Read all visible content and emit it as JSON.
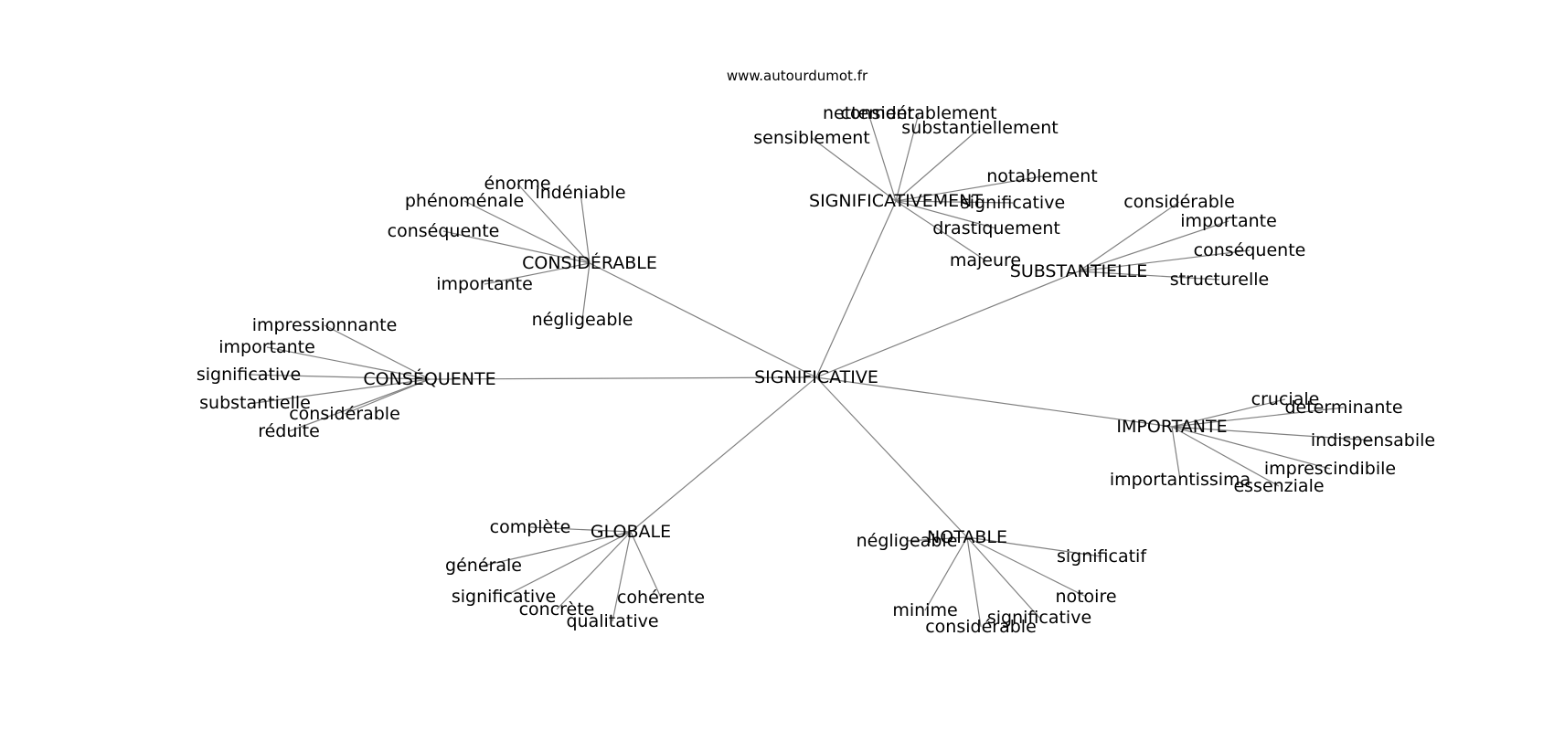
{
  "source": "www.autourdumot.fr",
  "center": {
    "id": "significative",
    "label": "SIGNIFICATIVE"
  },
  "hubs": [
    {
      "id": "significativement",
      "label": "SIGNIFICATIVEMENT",
      "leaves": [
        "nettement",
        "considérablement",
        "substantiellement",
        "sensiblement",
        "notablement",
        "significative",
        "drastiquement",
        "majeure"
      ]
    },
    {
      "id": "considerable",
      "label": "CONSIDÉRABLE",
      "leaves": [
        "énorme",
        "indéniable",
        "phénoménale",
        "conséquente",
        "importante",
        "négligeable"
      ]
    },
    {
      "id": "substantielle",
      "label": "SUBSTANTIELLE",
      "leaves": [
        "considérable",
        "importante",
        "conséquente",
        "structurelle"
      ]
    },
    {
      "id": "consequente",
      "label": "CONSÉQUENTE",
      "leaves": [
        "impressionnante",
        "importante",
        "significative",
        "substantielle",
        "considérable",
        "réduite"
      ]
    },
    {
      "id": "importante",
      "label": "IMPORTANTE",
      "leaves": [
        "cruciale",
        "determinante",
        "indispensabile",
        "imprescindibile",
        "importantissima",
        "essenziale"
      ]
    },
    {
      "id": "globale",
      "label": "GLOBALE",
      "leaves": [
        "complète",
        "générale",
        "significative",
        "concrète",
        "cohérente",
        "qualitative"
      ]
    },
    {
      "id": "notable",
      "label": "NOTABLE",
      "leaves": [
        "négligeable",
        "significatif",
        "notoire",
        "minime",
        "significative",
        "considérable"
      ]
    }
  ]
}
